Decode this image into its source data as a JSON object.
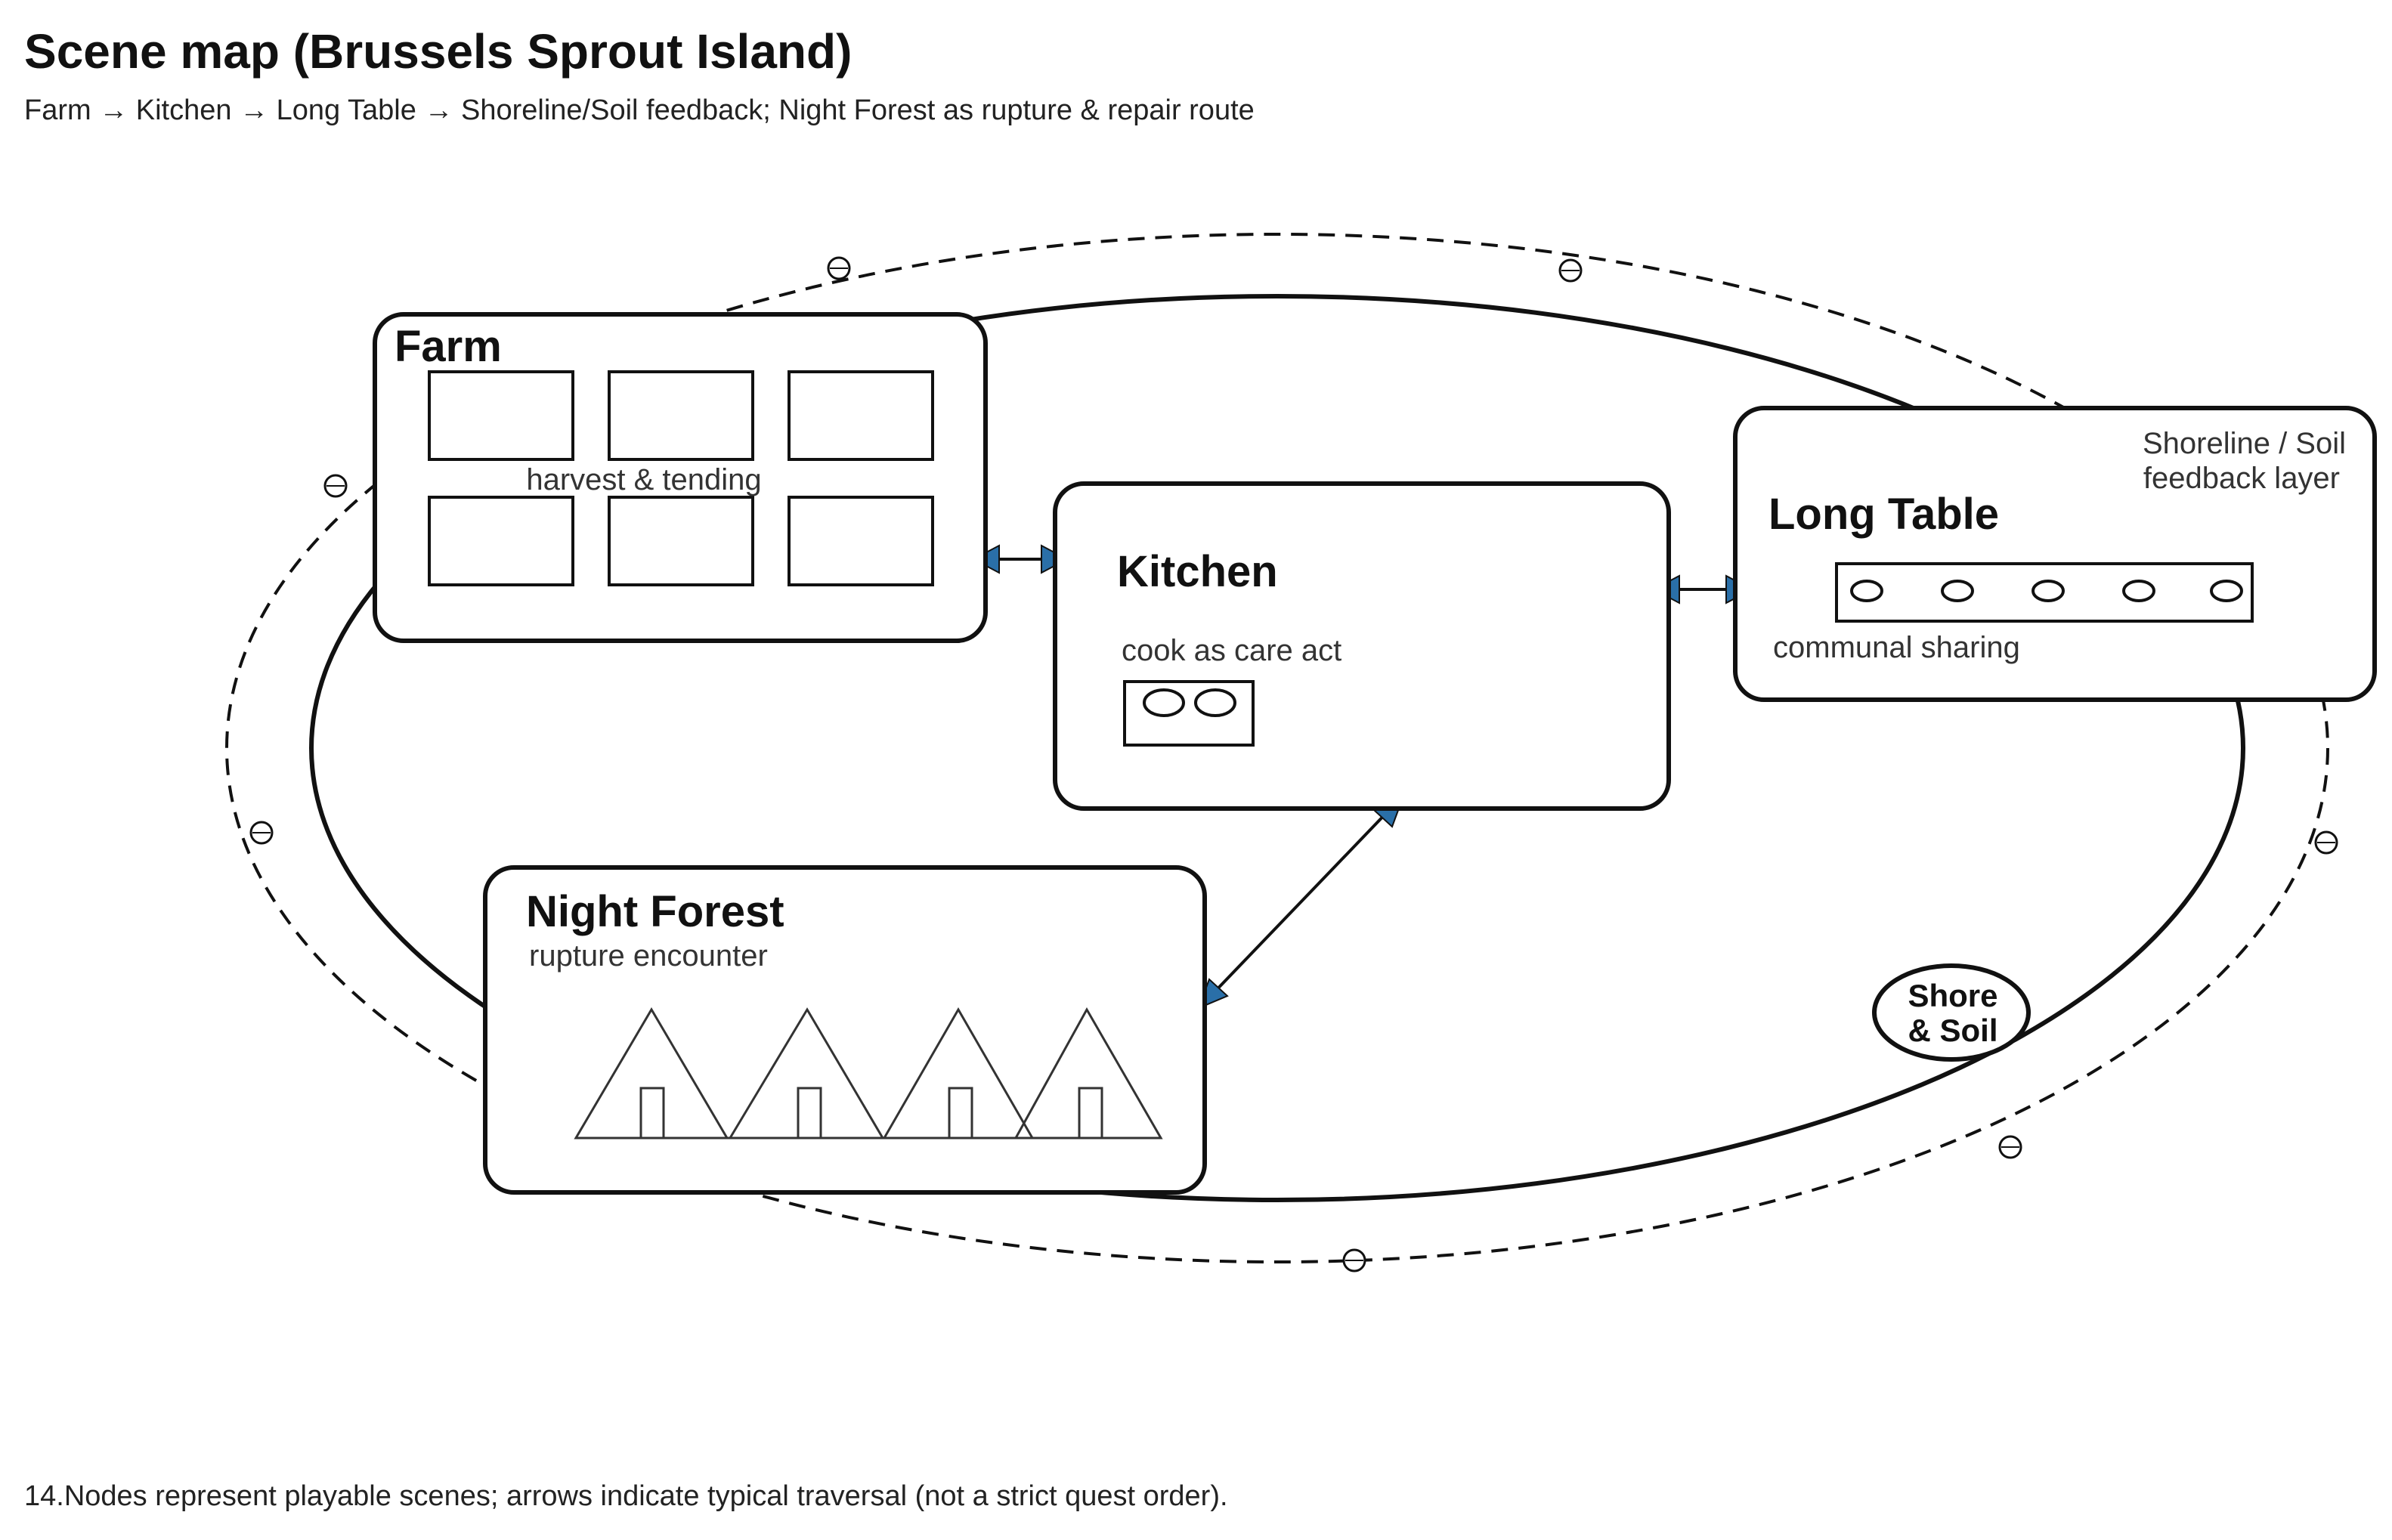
{
  "header": {
    "title": "Scene map (Brussels Sprout Island)",
    "subtitle": "Farm → Kitchen → Long Table → Shoreline/Soil feedback; Night Forest as rupture & repair route"
  },
  "nodes": {
    "farm": {
      "title": "Farm",
      "subtitle": "harvest & tending"
    },
    "kitchen": {
      "title": "Kitchen",
      "subtitle": "cook as care act"
    },
    "long_table": {
      "title": "Long Table",
      "subtitle": "communal sharing",
      "note_line1": "Shoreline / Soil",
      "note_line2": "feedback layer"
    },
    "night_forest": {
      "title": "Night Forest",
      "subtitle": "rupture encounter"
    }
  },
  "badge": {
    "line1": "Shore",
    "line2": "& Soil"
  },
  "footer": {
    "caption": "14.Nodes represent playable scenes; arrows indicate typical traversal (not a strict quest order)."
  },
  "colors": {
    "arrow_head": "#2a6fa8",
    "outline": "#111111"
  }
}
